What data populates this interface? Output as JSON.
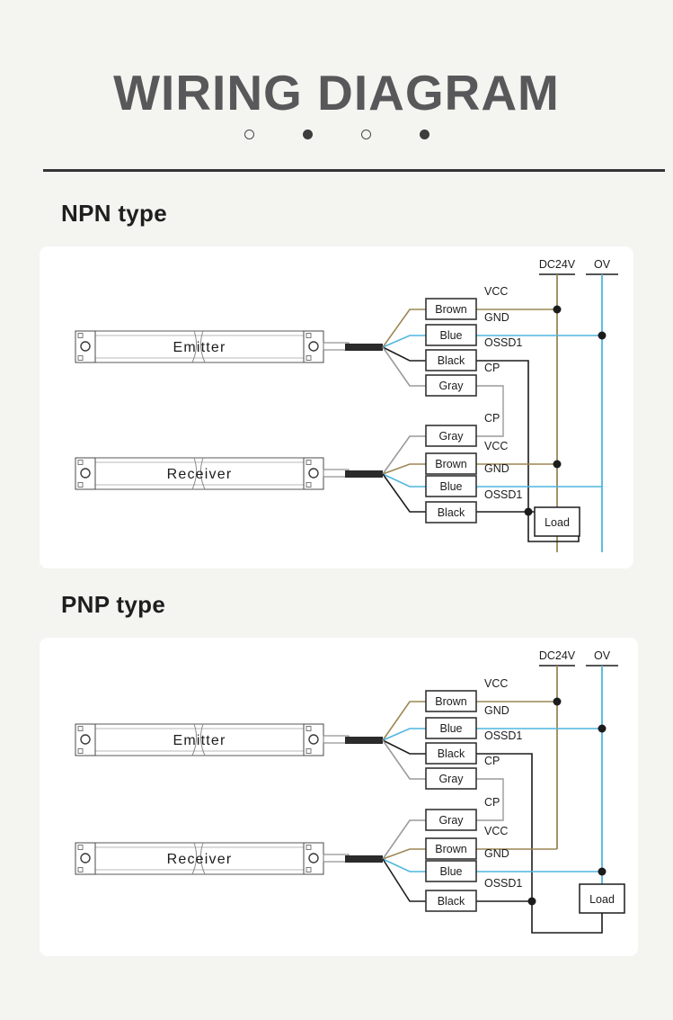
{
  "header": {
    "title": "WIRING DIAGRAM",
    "dots": [
      "hollow",
      "filled",
      "hollow",
      "filled"
    ]
  },
  "sections": [
    {
      "id": "npn",
      "heading": "NPN type",
      "devices": [
        {
          "name": "Emitter"
        },
        {
          "name": "Receiver"
        }
      ],
      "power_rails": [
        {
          "label": "DC24V",
          "color": "#9c8653"
        },
        {
          "label": "OV",
          "color": "#4fb6dd"
        }
      ],
      "emitter_wires": [
        {
          "box": "Brown",
          "signal": "VCC",
          "color": "#9c8653"
        },
        {
          "box": "Blue",
          "signal": "GND",
          "color": "#4fb6dd"
        },
        {
          "box": "Black",
          "signal": "OSSD1",
          "color": "#1c1c1c"
        },
        {
          "box": "Gray",
          "signal": "CP",
          "color": "#9a9a9a"
        }
      ],
      "receiver_wires": [
        {
          "box": "Gray",
          "signal": "CP",
          "color": "#9a9a9a"
        },
        {
          "box": "Brown",
          "signal": "VCC",
          "color": "#9c8653"
        },
        {
          "box": "Blue",
          "signal": "GND",
          "color": "#4fb6dd"
        },
        {
          "box": "Black",
          "signal": "OSSD1",
          "color": "#1c1c1c"
        }
      ],
      "load": {
        "label": "Load"
      }
    },
    {
      "id": "pnp",
      "heading": "PNP type",
      "devices": [
        {
          "name": "Emitter"
        },
        {
          "name": "Receiver"
        }
      ],
      "power_rails": [
        {
          "label": "DC24V",
          "color": "#9c8653"
        },
        {
          "label": "OV",
          "color": "#4fb6dd"
        }
      ],
      "emitter_wires": [
        {
          "box": "Brown",
          "signal": "VCC",
          "color": "#9c8653"
        },
        {
          "box": "Blue",
          "signal": "GND",
          "color": "#4fb6dd"
        },
        {
          "box": "Black",
          "signal": "OSSD1",
          "color": "#1c1c1c"
        },
        {
          "box": "Gray",
          "signal": "CP",
          "color": "#9a9a9a"
        }
      ],
      "receiver_wires": [
        {
          "box": "Gray",
          "signal": "CP",
          "color": "#9a9a9a"
        },
        {
          "box": "Brown",
          "signal": "VCC",
          "color": "#9c8653"
        },
        {
          "box": "Blue",
          "signal": "GND",
          "color": "#4fb6dd"
        },
        {
          "box": "Black",
          "signal": "OSSD1",
          "color": "#1c1c1c"
        }
      ],
      "load": {
        "label": "Load"
      }
    }
  ],
  "colors": {
    "page_bg": "#f4f4f1",
    "card_bg": "#ffffff",
    "title": "#58585a",
    "rule": "#343437",
    "wire_brown": "#9c8653",
    "wire_blue": "#4fb6dd",
    "wire_black": "#1c1c1c",
    "wire_gray": "#9a9a9a"
  }
}
